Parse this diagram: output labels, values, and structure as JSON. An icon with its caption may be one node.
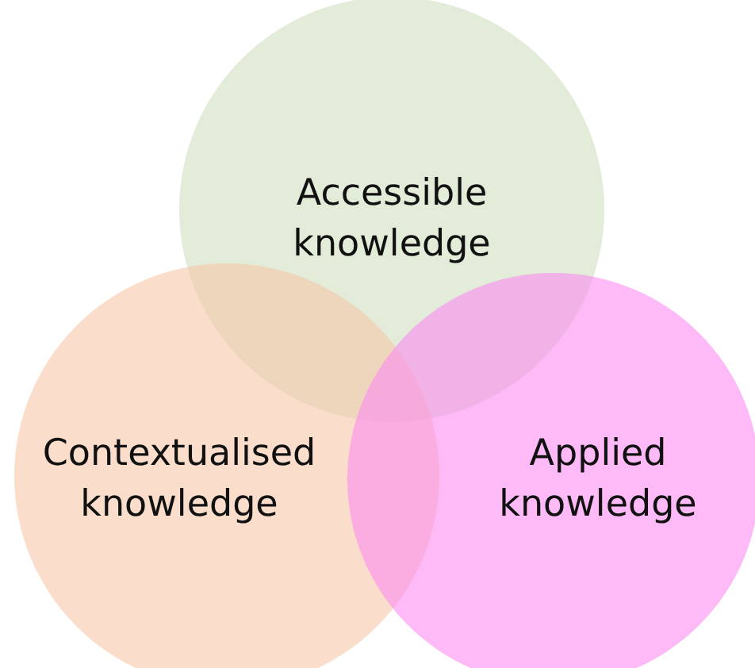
{
  "diagram": {
    "nodes": [
      {
        "text": [
          "Accessible knowledge"
        ]
      },
      {
        "text": [
          "Contextualised knowledge"
        ]
      },
      {
        "text": [
          "Applied knowledge"
        ]
      }
    ]
  }
}
